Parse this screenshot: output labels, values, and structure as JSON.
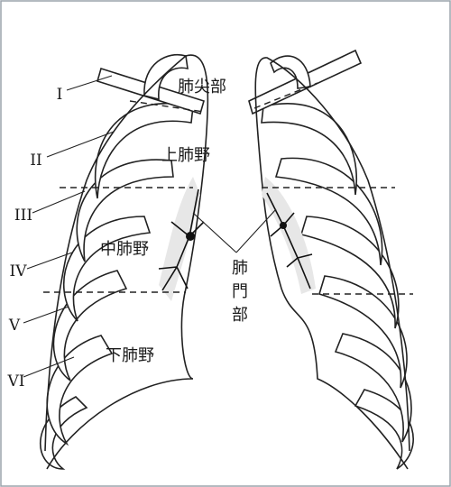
{
  "zones": {
    "apex": "肺尖部",
    "upper": "上肺野",
    "middle": "中肺野",
    "lower": "下肺野",
    "hilum": [
      "肺",
      "門",
      "部"
    ]
  },
  "rib_numerals": [
    "I",
    "II",
    "III",
    "IV",
    "V",
    "VI"
  ],
  "colors": {
    "ink": "#222222",
    "paper": "#ffffff",
    "border": "#9aa3ab"
  }
}
